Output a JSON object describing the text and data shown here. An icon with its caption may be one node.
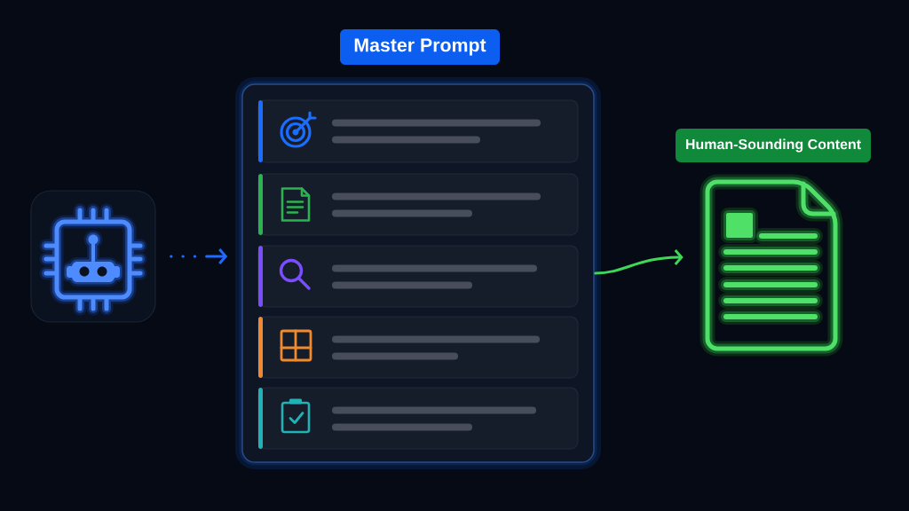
{
  "diagram": {
    "nodes": [
      {
        "text": [],
        "shape": "picture"
      },
      {
        "text": [
          "Master Prompt"
        ]
      },
      {
        "text": [],
        "shape": "box",
        "in": 1
      },
      {
        "text": [],
        "shape": "box",
        "in": 1
      },
      {
        "text": [],
        "shape": "box",
        "in": 1
      },
      {
        "text": [],
        "shape": "box",
        "in": 1
      },
      {
        "text": [],
        "shape": "box",
        "in": 1
      },
      {
        "text": [
          "Human-Sounding Content"
        ]
      }
    ],
    "edges": [
      {
        "from": 0,
        "to": 1,
        "arrow": "to",
        "style": "dashed",
        "color": "#1f6bff"
      },
      {
        "from": 1,
        "to": 7,
        "arrow": "to",
        "color": "#3fd75a"
      }
    ]
  }
}
